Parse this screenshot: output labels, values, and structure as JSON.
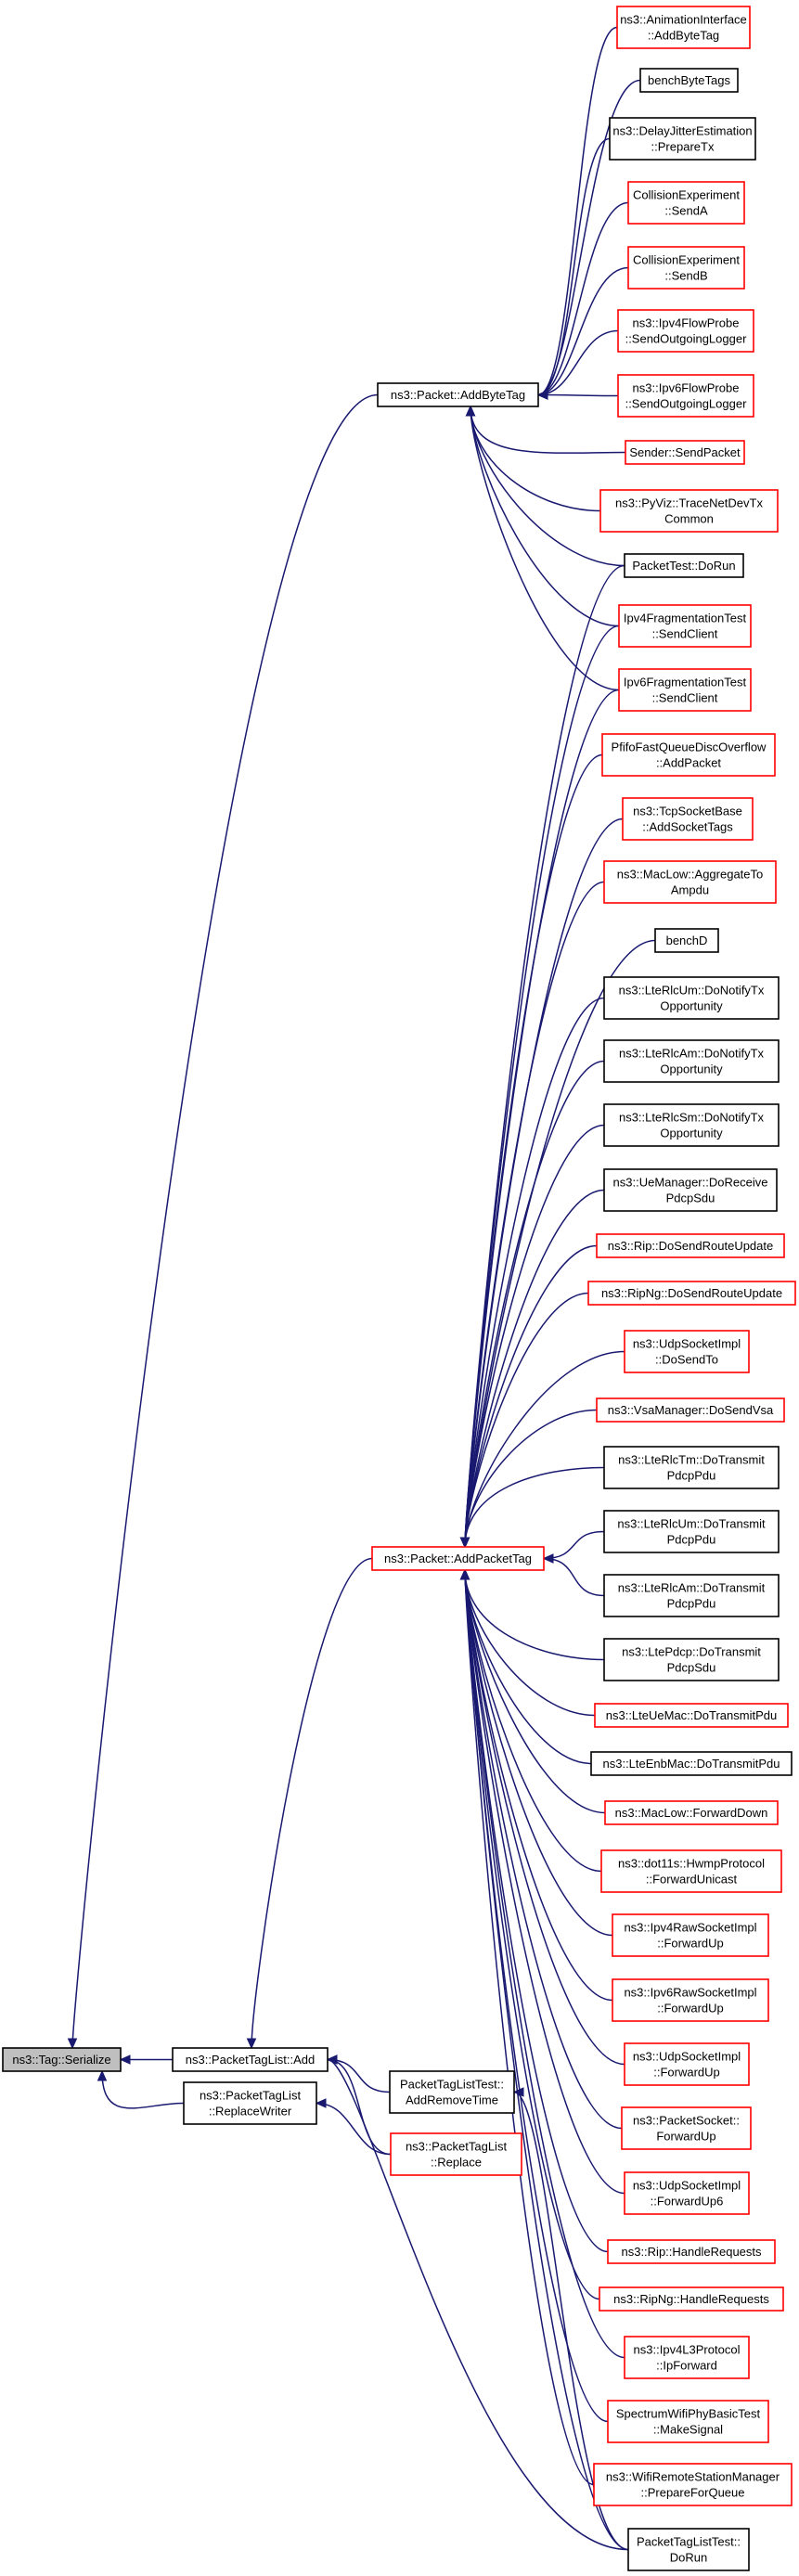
{
  "graph": {
    "edge_color": "#191970",
    "border_colors": {
      "black": "#000000",
      "red": "#ff0000"
    },
    "root_fill": "#bfbfbf",
    "nodes": [
      {
        "id": "tag-serialize",
        "lines": [
          "ns3::Tag::Serialize"
        ],
        "color": "root"
      },
      {
        "id": "packet-add-byte-tag",
        "lines": [
          "ns3::Packet::AddByteTag"
        ],
        "color": "black"
      },
      {
        "id": "packet-add-packet-tag",
        "lines": [
          "ns3::Packet::AddPacketTag"
        ],
        "color": "red"
      },
      {
        "id": "packet-tag-list-add",
        "lines": [
          "ns3::PacketTagList::Add"
        ],
        "color": "black"
      },
      {
        "id": "packet-tag-list-replace-writer",
        "lines": [
          "ns3::PacketTagList",
          "::ReplaceWriter"
        ],
        "color": "black"
      },
      {
        "id": "packet-tag-list-test-add-remove-time",
        "lines": [
          "PacketTagListTest::",
          "AddRemoveTime"
        ],
        "color": "black"
      },
      {
        "id": "packet-tag-list-replace",
        "lines": [
          "ns3::PacketTagList",
          "::Replace"
        ],
        "color": "red"
      },
      {
        "id": "animation-interface-add-byte-tag",
        "lines": [
          "ns3::AnimationInterface",
          "::AddByteTag"
        ],
        "color": "red"
      },
      {
        "id": "bench-byte-tags",
        "lines": [
          "benchByteTags"
        ],
        "color": "black"
      },
      {
        "id": "delay-jitter-estimation-prepare-tx",
        "lines": [
          "ns3::DelayJitterEstimation",
          "::PrepareTx"
        ],
        "color": "black"
      },
      {
        "id": "collision-experiment-send-a",
        "lines": [
          "CollisionExperiment",
          "::SendA"
        ],
        "color": "red"
      },
      {
        "id": "collision-experiment-send-b",
        "lines": [
          "CollisionExperiment",
          "::SendB"
        ],
        "color": "red"
      },
      {
        "id": "ipv4-flow-probe-send-outgoing-logger",
        "lines": [
          "ns3::Ipv4FlowProbe",
          "::SendOutgoingLogger"
        ],
        "color": "red"
      },
      {
        "id": "ipv6-flow-probe-send-outgoing-logger",
        "lines": [
          "ns3::Ipv6FlowProbe",
          "::SendOutgoingLogger"
        ],
        "color": "red"
      },
      {
        "id": "sender-send-packet",
        "lines": [
          "Sender::SendPacket"
        ],
        "color": "red"
      },
      {
        "id": "pyviz-trace-net-dev-tx-common",
        "lines": [
          "ns3::PyViz::TraceNetDevTx",
          "Common"
        ],
        "color": "red"
      },
      {
        "id": "packet-test-do-run",
        "lines": [
          "PacketTest::DoRun"
        ],
        "color": "black"
      },
      {
        "id": "ipv4-fragmentation-test-send-client",
        "lines": [
          "Ipv4FragmentationTest",
          "::SendClient"
        ],
        "color": "red"
      },
      {
        "id": "ipv6-fragmentation-test-send-client",
        "lines": [
          "Ipv6FragmentationTest",
          "::SendClient"
        ],
        "color": "red"
      },
      {
        "id": "pfifo-fast-queue-disc-overflow-add-packet",
        "lines": [
          "PfifoFastQueueDiscOverflow",
          "::AddPacket"
        ],
        "color": "red"
      },
      {
        "id": "tcp-socket-base-add-socket-tags",
        "lines": [
          "ns3::TcpSocketBase",
          "::AddSocketTags"
        ],
        "color": "red"
      },
      {
        "id": "mac-low-aggregate-to-ampdu",
        "lines": [
          "ns3::MacLow::AggregateTo",
          "Ampdu"
        ],
        "color": "red"
      },
      {
        "id": "bench-d",
        "lines": [
          "benchD"
        ],
        "color": "black"
      },
      {
        "id": "lte-rlc-um-do-notify-tx-opportunity",
        "lines": [
          "ns3::LteRlcUm::DoNotifyTx",
          "Opportunity"
        ],
        "color": "black"
      },
      {
        "id": "lte-rlc-am-do-notify-tx-opportunity",
        "lines": [
          "ns3::LteRlcAm::DoNotifyTx",
          "Opportunity"
        ],
        "color": "black"
      },
      {
        "id": "lte-rlc-sm-do-notify-tx-opportunity",
        "lines": [
          "ns3::LteRlcSm::DoNotifyTx",
          "Opportunity"
        ],
        "color": "black"
      },
      {
        "id": "ue-manager-do-receive-pdcp-sdu",
        "lines": [
          "ns3::UeManager::DoReceive",
          "PdcpSdu"
        ],
        "color": "black"
      },
      {
        "id": "rip-do-send-route-update",
        "lines": [
          "ns3::Rip::DoSendRouteUpdate"
        ],
        "color": "red"
      },
      {
        "id": "ripng-do-send-route-update",
        "lines": [
          "ns3::RipNg::DoSendRouteUpdate"
        ],
        "color": "red"
      },
      {
        "id": "udp-socket-impl-do-send-to",
        "lines": [
          "ns3::UdpSocketImpl",
          "::DoSendTo"
        ],
        "color": "red"
      },
      {
        "id": "vsa-manager-do-send-vsa",
        "lines": [
          "ns3::VsaManager::DoSendVsa"
        ],
        "color": "red"
      },
      {
        "id": "lte-rlc-tm-do-transmit-pdcp-pdu",
        "lines": [
          "ns3::LteRlcTm::DoTransmit",
          "PdcpPdu"
        ],
        "color": "black"
      },
      {
        "id": "lte-rlc-um-do-transmit-pdcp-pdu",
        "lines": [
          "ns3::LteRlcUm::DoTransmit",
          "PdcpPdu"
        ],
        "color": "black"
      },
      {
        "id": "lte-rlc-am-do-transmit-pdcp-pdu",
        "lines": [
          "ns3::LteRlcAm::DoTransmit",
          "PdcpPdu"
        ],
        "color": "black"
      },
      {
        "id": "lte-pdcp-do-transmit-pdcp-sdu",
        "lines": [
          "ns3::LtePdcp::DoTransmit",
          "PdcpSdu"
        ],
        "color": "black"
      },
      {
        "id": "lte-ue-mac-do-transmit-pdu",
        "lines": [
          "ns3::LteUeMac::DoTransmitPdu"
        ],
        "color": "red"
      },
      {
        "id": "lte-enb-mac-do-transmit-pdu",
        "lines": [
          "ns3::LteEnbMac::DoTransmitPdu"
        ],
        "color": "black"
      },
      {
        "id": "mac-low-forward-down",
        "lines": [
          "ns3::MacLow::ForwardDown"
        ],
        "color": "red"
      },
      {
        "id": "dot11s-hwmp-protocol-forward-unicast",
        "lines": [
          "ns3::dot11s::HwmpProtocol",
          "::ForwardUnicast"
        ],
        "color": "red"
      },
      {
        "id": "ipv4-raw-socket-impl-forward-up",
        "lines": [
          "ns3::Ipv4RawSocketImpl",
          "::ForwardUp"
        ],
        "color": "red"
      },
      {
        "id": "ipv6-raw-socket-impl-forward-up",
        "lines": [
          "ns3::Ipv6RawSocketImpl",
          "::ForwardUp"
        ],
        "color": "red"
      },
      {
        "id": "udp-socket-impl-forward-up",
        "lines": [
          "ns3::UdpSocketImpl",
          "::ForwardUp"
        ],
        "color": "red"
      },
      {
        "id": "packet-socket-forward-up",
        "lines": [
          "ns3::PacketSocket::",
          "ForwardUp"
        ],
        "color": "red"
      },
      {
        "id": "udp-socket-impl-forward-up6",
        "lines": [
          "ns3::UdpSocketImpl",
          "::ForwardUp6"
        ],
        "color": "red"
      },
      {
        "id": "rip-handle-requests",
        "lines": [
          "ns3::Rip::HandleRequests"
        ],
        "color": "red"
      },
      {
        "id": "ripng-handle-requests",
        "lines": [
          "ns3::RipNg::HandleRequests"
        ],
        "color": "red"
      },
      {
        "id": "ipv4-l3-protocol-ip-forward",
        "lines": [
          "ns3::Ipv4L3Protocol",
          "::IpForward"
        ],
        "color": "red"
      },
      {
        "id": "spectrum-wifi-phy-basic-test-make-signal",
        "lines": [
          "SpectrumWifiPhyBasicTest",
          "::MakeSignal"
        ],
        "color": "red"
      },
      {
        "id": "wifi-remote-station-manager-prepare-for-queue",
        "lines": [
          "ns3::WifiRemoteStationManager",
          "::PrepareForQueue"
        ],
        "color": "red"
      },
      {
        "id": "packet-tag-list-test-do-run",
        "lines": [
          "PacketTagListTest::",
          "DoRun"
        ],
        "color": "black"
      }
    ],
    "edges": [
      [
        "packet-add-byte-tag",
        "tag-serialize"
      ],
      [
        "packet-add-packet-tag",
        "packet-tag-list-add"
      ],
      [
        "packet-tag-list-add",
        "tag-serialize"
      ],
      [
        "packet-tag-list-replace-writer",
        "tag-serialize"
      ],
      [
        "packet-tag-list-test-add-remove-time",
        "packet-tag-list-add"
      ],
      [
        "packet-tag-list-replace",
        "packet-tag-list-add"
      ],
      [
        "packet-tag-list-replace",
        "packet-tag-list-replace-writer"
      ],
      [
        "packet-tag-list-test-do-run",
        "packet-tag-list-add"
      ],
      [
        "packet-tag-list-test-do-run",
        "packet-tag-list-test-add-remove-time"
      ],
      [
        "animation-interface-add-byte-tag",
        "packet-add-byte-tag"
      ],
      [
        "bench-byte-tags",
        "packet-add-byte-tag"
      ],
      [
        "delay-jitter-estimation-prepare-tx",
        "packet-add-byte-tag"
      ],
      [
        "collision-experiment-send-a",
        "packet-add-byte-tag"
      ],
      [
        "collision-experiment-send-b",
        "packet-add-byte-tag"
      ],
      [
        "ipv4-flow-probe-send-outgoing-logger",
        "packet-add-byte-tag"
      ],
      [
        "ipv6-flow-probe-send-outgoing-logger",
        "packet-add-byte-tag"
      ],
      [
        "sender-send-packet",
        "packet-add-byte-tag"
      ],
      [
        "pyviz-trace-net-dev-tx-common",
        "packet-add-byte-tag"
      ],
      [
        "packet-test-do-run",
        "packet-add-byte-tag"
      ],
      [
        "ipv4-fragmentation-test-send-client",
        "packet-add-byte-tag"
      ],
      [
        "ipv6-fragmentation-test-send-client",
        "packet-add-byte-tag"
      ],
      [
        "packet-test-do-run",
        "packet-add-packet-tag"
      ],
      [
        "ipv4-fragmentation-test-send-client",
        "packet-add-packet-tag"
      ],
      [
        "ipv6-fragmentation-test-send-client",
        "packet-add-packet-tag"
      ],
      [
        "pfifo-fast-queue-disc-overflow-add-packet",
        "packet-add-packet-tag"
      ],
      [
        "tcp-socket-base-add-socket-tags",
        "packet-add-packet-tag"
      ],
      [
        "mac-low-aggregate-to-ampdu",
        "packet-add-packet-tag"
      ],
      [
        "bench-d",
        "packet-add-packet-tag"
      ],
      [
        "lte-rlc-um-do-notify-tx-opportunity",
        "packet-add-packet-tag"
      ],
      [
        "lte-rlc-am-do-notify-tx-opportunity",
        "packet-add-packet-tag"
      ],
      [
        "lte-rlc-sm-do-notify-tx-opportunity",
        "packet-add-packet-tag"
      ],
      [
        "ue-manager-do-receive-pdcp-sdu",
        "packet-add-packet-tag"
      ],
      [
        "rip-do-send-route-update",
        "packet-add-packet-tag"
      ],
      [
        "ripng-do-send-route-update",
        "packet-add-packet-tag"
      ],
      [
        "udp-socket-impl-do-send-to",
        "packet-add-packet-tag"
      ],
      [
        "vsa-manager-do-send-vsa",
        "packet-add-packet-tag"
      ],
      [
        "lte-rlc-tm-do-transmit-pdcp-pdu",
        "packet-add-packet-tag"
      ],
      [
        "lte-rlc-um-do-transmit-pdcp-pdu",
        "packet-add-packet-tag"
      ],
      [
        "lte-rlc-am-do-transmit-pdcp-pdu",
        "packet-add-packet-tag"
      ],
      [
        "lte-pdcp-do-transmit-pdcp-sdu",
        "packet-add-packet-tag"
      ],
      [
        "lte-ue-mac-do-transmit-pdu",
        "packet-add-packet-tag"
      ],
      [
        "lte-enb-mac-do-transmit-pdu",
        "packet-add-packet-tag"
      ],
      [
        "mac-low-forward-down",
        "packet-add-packet-tag"
      ],
      [
        "dot11s-hwmp-protocol-forward-unicast",
        "packet-add-packet-tag"
      ],
      [
        "ipv4-raw-socket-impl-forward-up",
        "packet-add-packet-tag"
      ],
      [
        "ipv6-raw-socket-impl-forward-up",
        "packet-add-packet-tag"
      ],
      [
        "udp-socket-impl-forward-up",
        "packet-add-packet-tag"
      ],
      [
        "packet-socket-forward-up",
        "packet-add-packet-tag"
      ],
      [
        "udp-socket-impl-forward-up6",
        "packet-add-packet-tag"
      ],
      [
        "rip-handle-requests",
        "packet-add-packet-tag"
      ],
      [
        "ripng-handle-requests",
        "packet-add-packet-tag"
      ],
      [
        "ipv4-l3-protocol-ip-forward",
        "packet-add-packet-tag"
      ],
      [
        "spectrum-wifi-phy-basic-test-make-signal",
        "packet-add-packet-tag"
      ],
      [
        "wifi-remote-station-manager-prepare-for-queue",
        "packet-add-packet-tag"
      ],
      [
        "packet-tag-list-test-do-run",
        "packet-add-packet-tag"
      ]
    ]
  }
}
